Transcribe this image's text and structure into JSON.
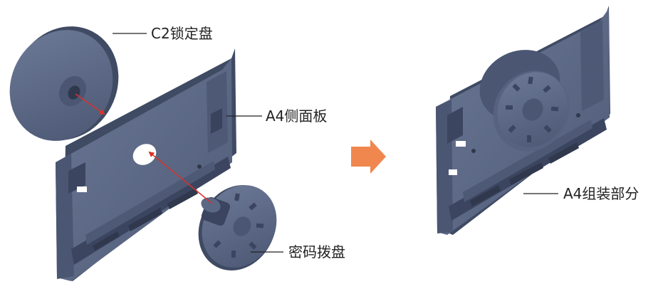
{
  "labels": {
    "c2_disc": "C2锁定盘",
    "a4_panel": "A4侧面板",
    "code_dial": "密码拨盘",
    "a4_assembly": "A4组装部分"
  },
  "colors": {
    "part_face": "#5a6785",
    "part_shadow": "#3f4a63",
    "part_dark": "#2f384c",
    "part_light": "#7381a0",
    "arrow": "#d9322b",
    "flow_arrow": "#f0874f"
  }
}
